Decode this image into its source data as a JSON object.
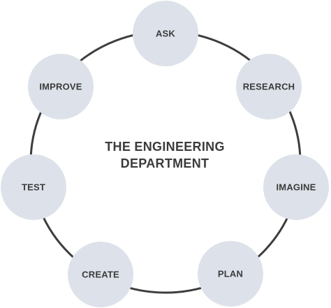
{
  "title": {
    "line1": "THE ENGINEERING",
    "line2": "DEPARTMENT"
  },
  "steps": [
    {
      "label": "ASK"
    },
    {
      "label": "RESEARCH"
    },
    {
      "label": "IMAGINE"
    },
    {
      "label": "PLAN"
    },
    {
      "label": "CREATE"
    },
    {
      "label": "TEST"
    },
    {
      "label": "IMPROVE"
    }
  ],
  "colors": {
    "node_fill": "#dde2ea",
    "ring_stroke": "#3d3d3d",
    "text": "#3b3b3b"
  }
}
